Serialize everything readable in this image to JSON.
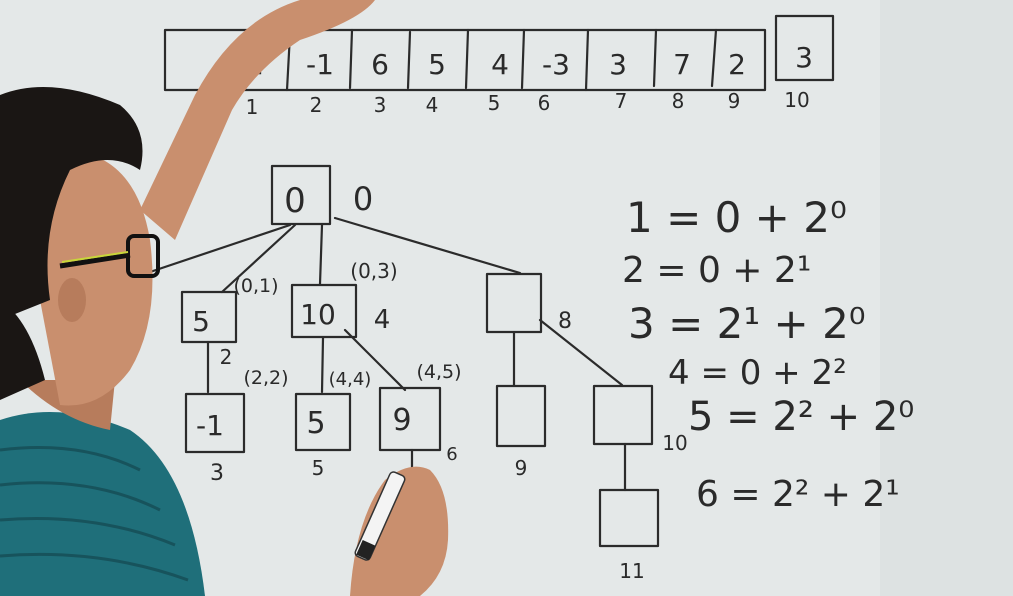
{
  "array": {
    "cells": [
      "2",
      "-1",
      "6",
      "5",
      "4",
      "-3",
      "3",
      "7",
      "2",
      "3"
    ],
    "indices": [
      "1",
      "2",
      "3",
      "4",
      "5",
      "6",
      "7",
      "8",
      "9",
      "10"
    ]
  },
  "tree": {
    "root": {
      "value": "0",
      "index": "0"
    },
    "nodes": [
      {
        "id": "n1",
        "value": "5",
        "index": "2",
        "range": "(0,1)"
      },
      {
        "id": "n2",
        "value": "10",
        "index": "4",
        "range": "(0,3)"
      },
      {
        "id": "n3",
        "value": "",
        "index": "8",
        "range": ""
      },
      {
        "id": "n4",
        "value": "-1",
        "index": "3",
        "range": "(2,2)"
      },
      {
        "id": "n5",
        "value": "5",
        "index": "5",
        "range": "(4,4)"
      },
      {
        "id": "n6",
        "value": "9",
        "index": "6",
        "range": "(4,5)"
      },
      {
        "id": "n7",
        "value": "",
        "index": "9",
        "range": ""
      },
      {
        "id": "n8",
        "value": "",
        "index": "10",
        "range": ""
      },
      {
        "id": "n9",
        "value": "",
        "index": "11",
        "range": ""
      }
    ]
  },
  "equations": [
    "1 = 0 + 2⁰",
    "2 = 0 + 2¹",
    "3 = 2¹ + 2⁰",
    "4 = 0 + 2²",
    "5 = 2² + 2⁰",
    "6 = 2² + 2¹"
  ],
  "colors": {
    "whiteboard": "#e8ecec",
    "marker": "#2a2a2a",
    "skin": "#c98f6e",
    "shirt": "#1f6f7a",
    "hair": "#1a1614"
  }
}
